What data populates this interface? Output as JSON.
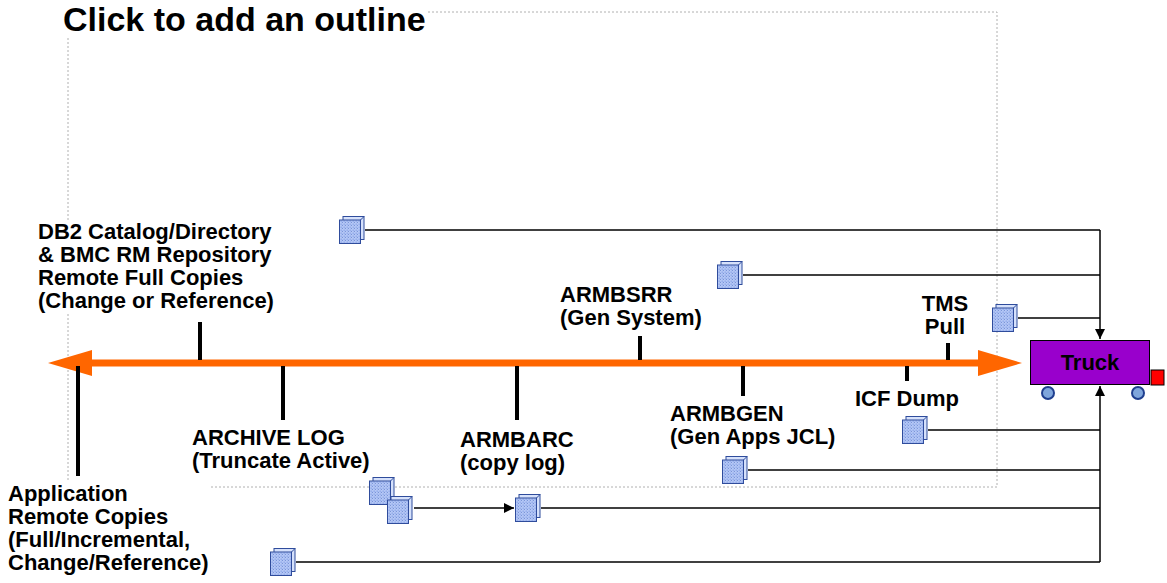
{
  "diagram": {
    "nodes": [
      {
        "text": [
          "Truck"
        ]
      }
    ],
    "labels": [
      "Click to add an outline",
      "DB2 Catalog/Directory & BMC RM Repository Remote Full Copies (Change or Reference)",
      "ARMBSRR (Gen System)",
      "TMS Pull",
      "ICF Dump",
      "ARMBGEN (Gen Apps JCL)",
      "ARCHIVE LOG (Truncate Active)",
      "ARMBARC (copy log)",
      "Application Remote Copies (Full/Incremental, Change/Reference)"
    ]
  }
}
